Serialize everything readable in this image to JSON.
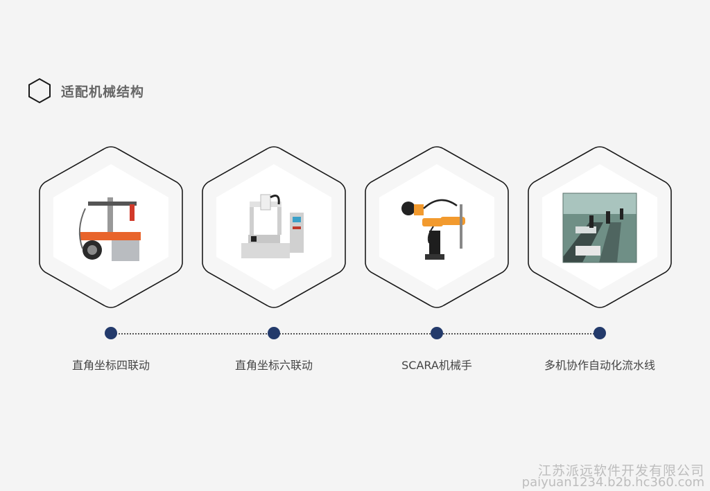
{
  "section": {
    "title": "适配机械结构",
    "icon": "hexagon-outline-icon"
  },
  "items": [
    {
      "label": "直角坐标四联动",
      "icon": "welding-gantry-machine-image"
    },
    {
      "label": "直角坐标六联动",
      "icon": "desktop-dispensing-robot-image"
    },
    {
      "label": "SCARA机械手",
      "icon": "orange-scara-arm-image"
    },
    {
      "label": "多机协作自动化流水线",
      "icon": "automated-production-line-image"
    }
  ],
  "colors": {
    "background": "#f4f4f4",
    "dot": "#233a6b",
    "hex_outline": "#1a1a1a",
    "watermark": "#bdbdbd"
  },
  "watermark": {
    "company": "江苏派远软件开发有限公司",
    "url": "paiyuan1234.b2b.hc360.com"
  }
}
